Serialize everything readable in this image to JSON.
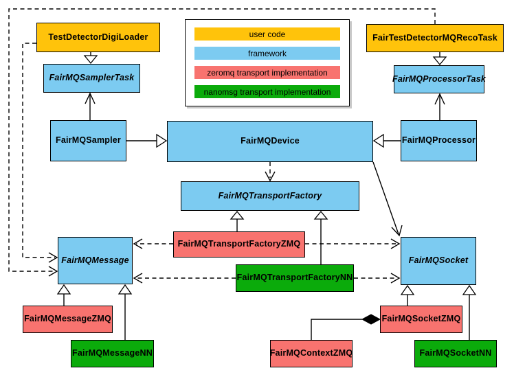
{
  "diagram_type": "uml-class-diagram",
  "colors": {
    "user_code": "#FFC30B",
    "framework": "#7CCBF1",
    "zeromq": "#F8736F",
    "nanomsg": "#0BAB0B",
    "line": "#000000",
    "background": "#ffffff"
  },
  "legend": {
    "items": [
      {
        "label": "user code",
        "color": "#FFC30B"
      },
      {
        "label": "framework",
        "color": "#7CCBF1"
      },
      {
        "label": "zeromq transport implementation",
        "color": "#F8736F"
      },
      {
        "label": "nanomsg transport implementation",
        "color": "#0BAB0B"
      }
    ]
  },
  "classes": {
    "test_detector_digi_loader": {
      "label": "TestDetectorDigiLoader",
      "category": "user code",
      "abstract": false
    },
    "fair_test_detector_mq_reco_task": {
      "label": "FairTestDetectorMQRecoTask",
      "category": "user code",
      "abstract": false
    },
    "fairmq_sampler_task": {
      "label": "FairMQSamplerTask",
      "category": "framework",
      "abstract": true
    },
    "fairmq_processor_task": {
      "label": "FairMQProcessorTask",
      "category": "framework",
      "abstract": true
    },
    "fairmq_sampler": {
      "label": "FairMQSampler",
      "category": "framework",
      "abstract": false
    },
    "fairmq_device": {
      "label": "FairMQDevice",
      "category": "framework",
      "abstract": false
    },
    "fairmq_processor": {
      "label": "FairMQProcessor",
      "category": "framework",
      "abstract": false
    },
    "fairmq_transport_factory": {
      "label": "FairMQTransportFactory",
      "category": "framework",
      "abstract": true
    },
    "fairmq_transport_factory_zmq": {
      "label": "FairMQTransportFactoryZMQ",
      "category": "zeromq",
      "abstract": false
    },
    "fairmq_transport_factory_nn": {
      "label": "FairMQTransportFactoryNN",
      "category": "nanomsg",
      "abstract": false
    },
    "fairmq_message": {
      "label": "FairMQMessage",
      "category": "framework",
      "abstract": true
    },
    "fairmq_socket": {
      "label": "FairMQSocket",
      "category": "framework",
      "abstract": true
    },
    "fairmq_message_zmq": {
      "label": "FairMQMessageZMQ",
      "category": "zeromq",
      "abstract": false
    },
    "fairmq_message_nn": {
      "label": "FairMQMessageNN",
      "category": "nanomsg",
      "abstract": false
    },
    "fairmq_context_zmq": {
      "label": "FairMQContextZMQ",
      "category": "zeromq",
      "abstract": false
    },
    "fairmq_socket_zmq": {
      "label": "FairMQSocketZMQ",
      "category": "zeromq",
      "abstract": false
    },
    "fairmq_socket_nn": {
      "label": "FairMQSocketNN",
      "category": "nanomsg",
      "abstract": false
    }
  },
  "edges": [
    {
      "from": "TestDetectorDigiLoader",
      "to": "FairMQSamplerTask",
      "type": "inheritance",
      "line": "solid"
    },
    {
      "from": "FairTestDetectorMQRecoTask",
      "to": "FairMQProcessorTask",
      "type": "inheritance",
      "line": "solid"
    },
    {
      "from": "FairMQSampler",
      "to": "FairMQDevice",
      "type": "inheritance",
      "line": "solid"
    },
    {
      "from": "FairMQProcessor",
      "to": "FairMQDevice",
      "type": "inheritance",
      "line": "solid"
    },
    {
      "from": "FairMQSampler",
      "to": "FairMQSamplerTask",
      "type": "association",
      "line": "solid"
    },
    {
      "from": "FairMQProcessor",
      "to": "FairMQProcessorTask",
      "type": "association",
      "line": "solid"
    },
    {
      "from": "FairMQDevice",
      "to": "FairMQTransportFactory",
      "type": "dependency",
      "line": "dashed"
    },
    {
      "from": "FairMQDevice",
      "to": "FairMQSocket",
      "type": "association",
      "line": "solid"
    },
    {
      "from": "TestDetectorDigiLoader",
      "to": "FairMQMessage",
      "type": "dependency",
      "line": "dashed"
    },
    {
      "from": "FairTestDetectorMQRecoTask",
      "to": "FairMQMessage",
      "type": "dependency",
      "line": "dashed"
    },
    {
      "from": "FairMQTransportFactoryZMQ",
      "to": "FairMQTransportFactory",
      "type": "inheritance",
      "line": "solid"
    },
    {
      "from": "FairMQTransportFactoryNN",
      "to": "FairMQTransportFactory",
      "type": "inheritance",
      "line": "solid"
    },
    {
      "from": "FairMQTransportFactoryZMQ",
      "to": "FairMQMessage",
      "type": "dependency",
      "line": "dashed"
    },
    {
      "from": "FairMQTransportFactoryZMQ",
      "to": "FairMQSocket",
      "type": "dependency",
      "line": "dashed"
    },
    {
      "from": "FairMQTransportFactoryNN",
      "to": "FairMQMessage",
      "type": "dependency",
      "line": "dashed"
    },
    {
      "from": "FairMQTransportFactoryNN",
      "to": "FairMQSocket",
      "type": "dependency",
      "line": "dashed"
    },
    {
      "from": "FairMQMessageZMQ",
      "to": "FairMQMessage",
      "type": "inheritance",
      "line": "solid"
    },
    {
      "from": "FairMQMessageNN",
      "to": "FairMQMessage",
      "type": "inheritance",
      "line": "solid"
    },
    {
      "from": "FairMQSocketZMQ",
      "to": "FairMQSocket",
      "type": "inheritance",
      "line": "solid"
    },
    {
      "from": "FairMQSocketNN",
      "to": "FairMQSocket",
      "type": "inheritance",
      "line": "solid"
    },
    {
      "from": "FairMQContextZMQ",
      "to": "FairMQSocketZMQ",
      "type": "composition",
      "line": "solid"
    }
  ]
}
